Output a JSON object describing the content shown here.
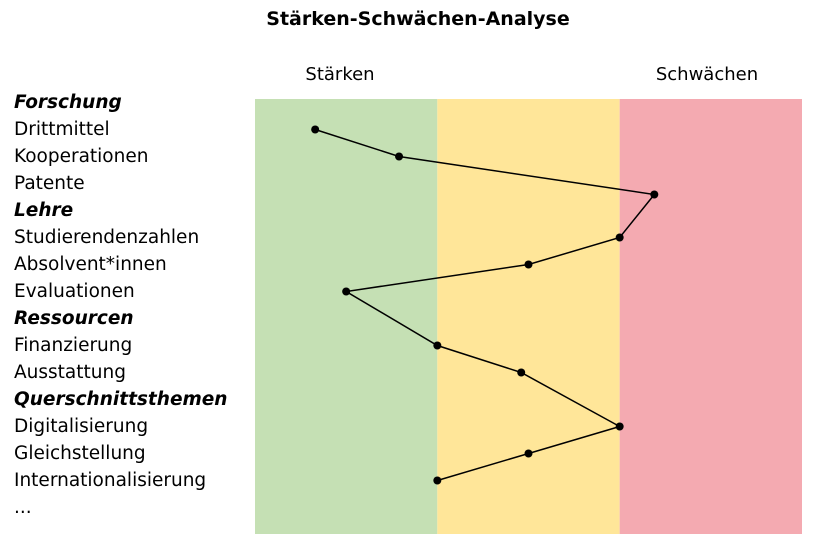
{
  "title": "Stärken-Schwächen-Analyse",
  "columns": {
    "left": "Stärken",
    "right": "Schwächen"
  },
  "bands": [
    {
      "color": "#c5e0b4"
    },
    {
      "color": "#ffe699"
    },
    {
      "color": "#f4aab1"
    }
  ],
  "rows": [
    {
      "label": "Forschung",
      "category": true
    },
    {
      "label": "Drittmittel",
      "value": 0.33
    },
    {
      "label": "Kooperationen",
      "value": 0.79
    },
    {
      "label": "Patente",
      "value": 2.19
    },
    {
      "label": "Lehre",
      "category": true
    },
    {
      "label": "Studierendenzahlen",
      "value": 2.0
    },
    {
      "label": "Absolvent*innen",
      "value": 1.5
    },
    {
      "label": "Evaluationen",
      "value": 0.5
    },
    {
      "label": "Ressourcen",
      "category": true
    },
    {
      "label": "Finanzierung",
      "value": 1.0
    },
    {
      "label": "Ausstattung",
      "value": 1.46
    },
    {
      "label": "Querschnittsthemen",
      "category": true
    },
    {
      "label": "Digitalisierung",
      "value": 2.0
    },
    {
      "label": "Gleichstellung",
      "value": 1.5
    },
    {
      "label": "Internationalisierung",
      "value": 1.0
    },
    {
      "label": "..."
    }
  ],
  "chart_data": {
    "type": "line",
    "title": "Stärken-Schwächen-Analyse",
    "categories": [
      "Drittmittel",
      "Kooperationen",
      "Patente",
      "Studierendenzahlen",
      "Absolvent*innen",
      "Evaluationen",
      "Finanzierung",
      "Ausstattung",
      "Digitalisierung",
      "Gleichstellung",
      "Internationalisierung"
    ],
    "values": [
      0.33,
      0.79,
      2.19,
      2.0,
      1.5,
      0.5,
      1.0,
      1.46,
      2.0,
      1.5,
      1.0
    ],
    "xlim": [
      0,
      3
    ],
    "scale_labels": [
      "Stärken",
      "Schwächen"
    ]
  }
}
